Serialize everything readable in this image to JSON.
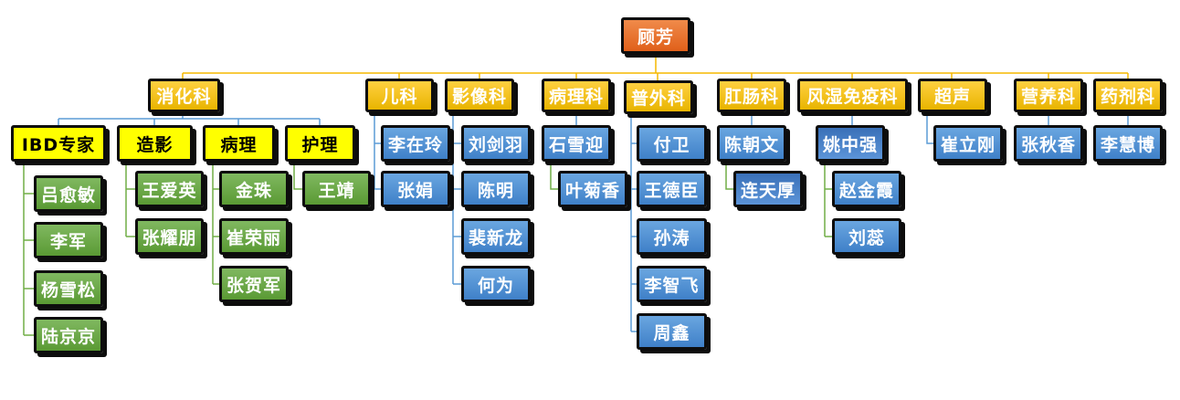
{
  "root": "顾芳",
  "colors": {
    "root": "#e66a22",
    "dept": "#f5c000",
    "sub": "#ffff00",
    "green": "#6aa842",
    "blue": "#4a8cd2",
    "line_orange": "#f5b800",
    "line_blue": "#5b9bd5",
    "line_green": "#70ad47"
  },
  "depts": [
    {
      "name": "消化科",
      "subs": [
        {
          "name": "IBD专家",
          "members": [
            "吕愈敏",
            "李军",
            "杨雪松",
            "陆京京"
          ]
        },
        {
          "name": "造影",
          "members": [
            "王爱英",
            "张耀朋"
          ]
        },
        {
          "name": "病理",
          "members": [
            "金珠",
            "崔荣丽",
            "张贺军"
          ]
        },
        {
          "name": "护理",
          "members": [
            "王靖"
          ]
        }
      ]
    },
    {
      "name": "儿科",
      "members": [
        "李在玲",
        "张娟"
      ]
    },
    {
      "name": "影像科",
      "members": [
        "刘剑羽",
        "陈明",
        "裴新龙",
        "何为"
      ]
    },
    {
      "name": "病理科",
      "members": [
        "石雪迎",
        "叶菊香"
      ]
    },
    {
      "name": "普外科",
      "members": [
        "付卫",
        "王德臣",
        "孙涛",
        "李智飞",
        "周鑫"
      ]
    },
    {
      "name": "肛肠科",
      "members": [
        "陈朝文",
        "连天厚"
      ]
    },
    {
      "name": "风湿免疫科",
      "members": [
        "姚中强",
        "赵金霞",
        "刘蕊"
      ]
    },
    {
      "name": "超声",
      "members": [
        "崔立刚"
      ]
    },
    {
      "name": "营养科",
      "members": [
        "张秋香"
      ]
    },
    {
      "name": "药剂科",
      "members": [
        "李慧博"
      ]
    }
  ]
}
